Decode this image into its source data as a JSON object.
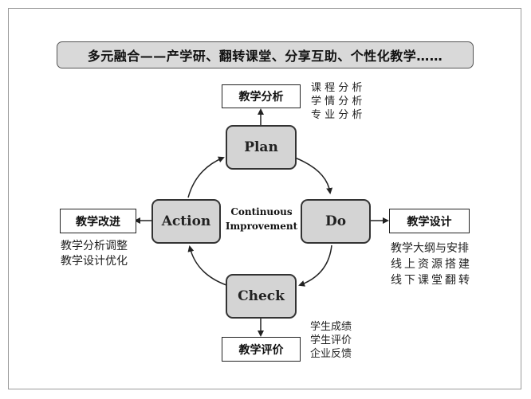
{
  "banner": {
    "text": "多元融合——产学研、翻转课堂、分享互助、个性化教学……"
  },
  "cycle": {
    "center_line1": "Continuous",
    "center_line2": "Improvement",
    "plan": "Plan",
    "do": "Do",
    "check": "Check",
    "action": "Action"
  },
  "outputs": {
    "plan": {
      "box": "教学分析",
      "notes": [
        "课 程 分 析",
        "学 情 分 析",
        "专 业 分 析"
      ]
    },
    "do": {
      "box": "教学设计",
      "notes": [
        "教学大纲与安排",
        "线上资源搭建",
        "线下课堂翻转"
      ]
    },
    "check": {
      "box": "教学评价",
      "notes": [
        "学生成绩",
        "学生评价",
        "企业反馈"
      ]
    },
    "action": {
      "box": "教学改进",
      "notes": [
        "教学分析调整",
        "教学设计优化"
      ]
    }
  }
}
